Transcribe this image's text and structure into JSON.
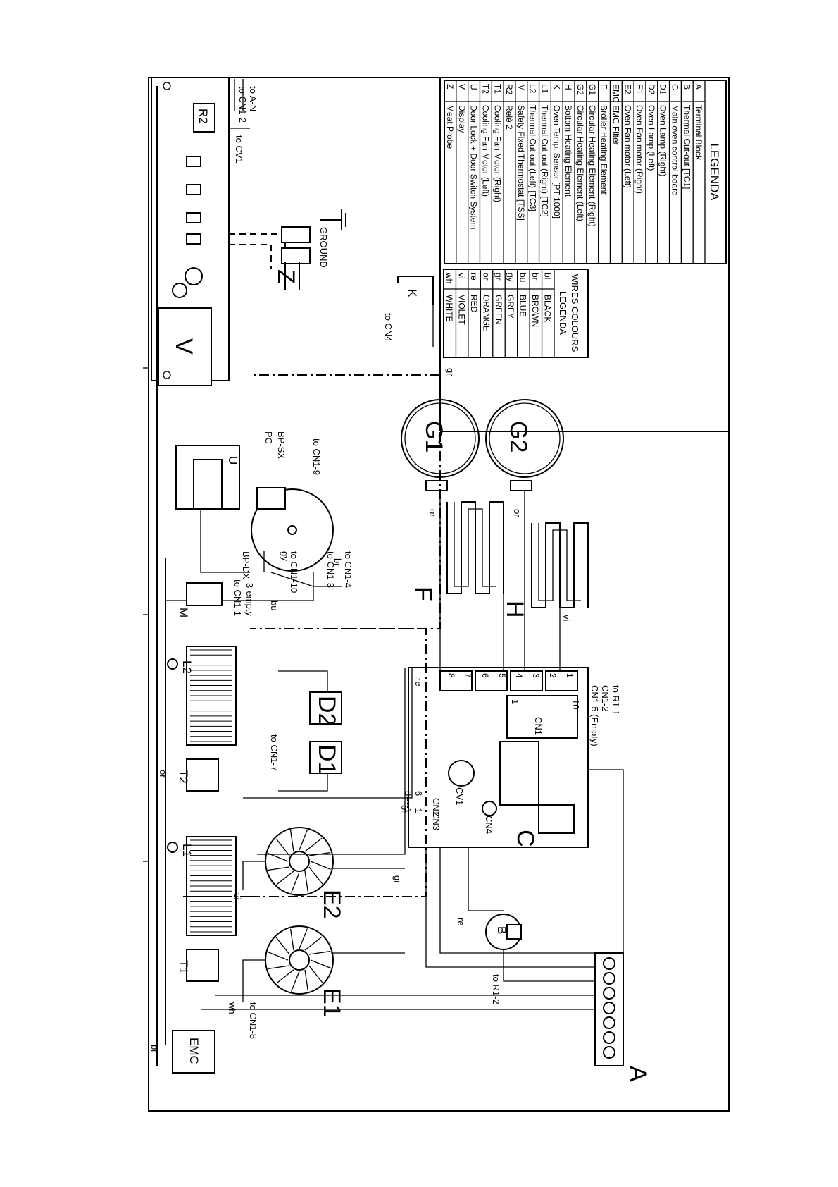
{
  "legend": {
    "title": "LEGENDA",
    "items": [
      {
        "code": "A",
        "desc": "Terminal Block"
      },
      {
        "code": "B",
        "desc": "Thermal Cut-out [TC1]"
      },
      {
        "code": "C",
        "desc": "Main oven control board"
      },
      {
        "code": "D1",
        "desc": "Oven Lamp (Right)"
      },
      {
        "code": "D2",
        "desc": "Oven Lamp (Left)"
      },
      {
        "code": "E1",
        "desc": "Oven Fan motor (Right)"
      },
      {
        "code": "E2",
        "desc": "Oven Fan motor (Left)"
      },
      {
        "code": "EMC",
        "desc": "EMC Filter"
      },
      {
        "code": "F",
        "desc": "Broiler Heating Element"
      },
      {
        "code": "G1",
        "desc": "Circular Heating Element (Right)"
      },
      {
        "code": "G2",
        "desc": "Circular Heating Element (Left)"
      },
      {
        "code": "H",
        "desc": "Bottom Heating Element"
      },
      {
        "code": "K",
        "desc": "Oven Temp. Sensor [PT 1000]"
      },
      {
        "code": "L1",
        "desc": "Thermal Cut-out (Right) [TC2]"
      },
      {
        "code": "L2",
        "desc": "Thermal Cut-out (Left) [TC3]"
      },
      {
        "code": "M",
        "desc": "Safety Fixed Thermostat [TSS]"
      },
      {
        "code": "R2",
        "desc": "Relè 2"
      },
      {
        "code": "T1",
        "desc": "Cooling Fan Motor (Right)"
      },
      {
        "code": "T2",
        "desc": "Cooling Fan Motor (Left)"
      },
      {
        "code": "U",
        "desc": "Door Lock + Door Switch System"
      },
      {
        "code": "V",
        "desc": "Display"
      },
      {
        "code": "Z",
        "desc": "Meat Probe"
      }
    ]
  },
  "wire_legend": {
    "title_line1": "WIRES COLOURS",
    "title_line2": "LEGENDA",
    "items": [
      {
        "code": "bl",
        "colour": "BLACK"
      },
      {
        "code": "br",
        "colour": "BROWN"
      },
      {
        "code": "bu",
        "colour": "BLUE"
      },
      {
        "code": "gy",
        "colour": "GREY"
      },
      {
        "code": "gr",
        "colour": "GREEN"
      },
      {
        "code": "or",
        "colour": "ORANGE"
      },
      {
        "code": "re",
        "colour": "RED"
      },
      {
        "code": "vi",
        "colour": "VIOLET"
      },
      {
        "code": "wh",
        "colour": "WHITE"
      }
    ]
  },
  "components": {
    "A": "A",
    "B": "B",
    "C": "C",
    "D1": "D1",
    "D2": "D2",
    "E1": "E1",
    "E2": "E2",
    "EMC": "EMC",
    "F": "F",
    "G1": "G1",
    "G2": "G2",
    "H": "H",
    "K": "K",
    "L1": "L1",
    "L2": "L2",
    "M": "M",
    "R2": "R2",
    "T1": "T1",
    "T2": "T2",
    "U": "U",
    "V": "V",
    "Z": "Z",
    "PC": "PC",
    "BP-SX": "BP-SX",
    "BP-DX": "BP-DX",
    "GROUND": "GROUND",
    "3-empty": "3-empty"
  },
  "connectors": {
    "to_A_N": "to A-N",
    "to_CN1_2": "to CN1-2",
    "to_CV1": "to CV1",
    "to_CN4": "to CN4",
    "to_CN1_9": "to CN1-9",
    "to_CN1_10": "to CN1-10",
    "to_CN1_3": "to CN1-3",
    "to_CN1_4": "to CN1-4",
    "to_CN1_1": "to CN1-1",
    "to_CN1_7": "to CN1-7",
    "to_CN1_8": "to CN1-8",
    "to_R1_2": "to R1-2",
    "to_R1_1": "to R1-1",
    "CN1_5": "CN1-5 (Empty)",
    "CN1_2": "CN1-2"
  },
  "board": {
    "CV1": "CV1",
    "CN4": "CN4",
    "CN2": "CN2",
    "CN3": "CN3",
    "CN1": "CN1",
    "cn2_range": "6----1",
    "cn3_range": "8----1",
    "cn1_10": "10",
    "cn1_1": "1",
    "relay_pins": [
      "1",
      "2",
      "3",
      "4",
      "5",
      "6",
      "7",
      "8"
    ]
  },
  "wire_labels": [
    "bl",
    "br",
    "bu",
    "gy",
    "gr",
    "or",
    "re",
    "vi",
    "wh"
  ]
}
